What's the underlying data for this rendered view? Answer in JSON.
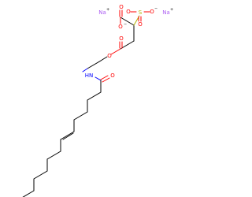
{
  "molecule": {
    "atoms": {
      "na_left": "Na",
      "na_left_charge": "+",
      "na_right": "Na",
      "na_right_charge": "+",
      "o_carboxyl_double": "O",
      "o_carboxyl_single": "O",
      "o_carboxyl_charge": "−",
      "s_sulfo": "S",
      "o_sulfo_left": "O",
      "o_sulfo_right": "O",
      "o_sulfo_charge": "−",
      "o_sulfo_bottom": "O",
      "o_ester_double": "O",
      "o_ester_single": "O",
      "nh_amide": "HN",
      "o_amide": "O"
    },
    "colors": {
      "carbon_bond": "#000000",
      "oxygen": "#ff0000",
      "nitrogen": "#0000ff",
      "sulfur": "#b2b200",
      "sodium": "#ab5cf2",
      "text_default": "#000000"
    }
  }
}
